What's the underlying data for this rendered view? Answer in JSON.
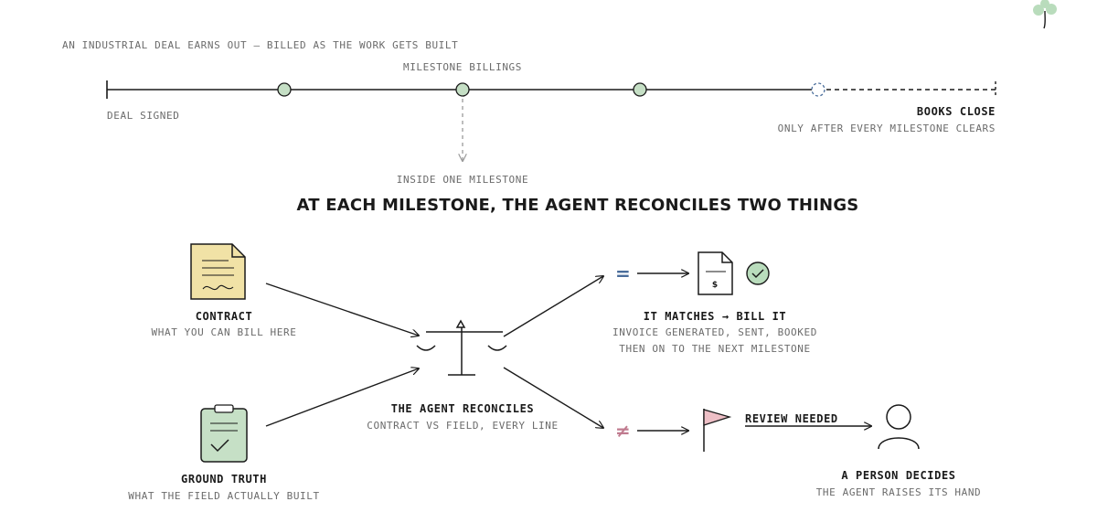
{
  "title": "AN INDUSTRIAL DEAL EARNS OUT — BILLED AS THE WORK GETS BUILT",
  "timeline": {
    "milestone_label": "MILESTONE BILLINGS",
    "start_label": "DEAL SIGNED",
    "end_label": "BOOKS CLOSE",
    "end_caption": "ONLY AFTER EVERY MILESTONE CLEARS"
  },
  "zoom": {
    "label": "INSIDE ONE MILESTONE",
    "headline": "AT EACH MILESTONE, THE AGENT RECONCILES TWO THINGS"
  },
  "inputs": {
    "contract": {
      "label": "CONTRACT",
      "caption": "WHAT YOU CAN BILL HERE"
    },
    "ground_truth": {
      "label": "GROUND TRUTH",
      "caption": "WHAT THE FIELD ACTUALLY BUILT"
    }
  },
  "agent": {
    "label": "THE AGENT RECONCILES",
    "caption": "CONTRACT vs FIELD, EVERY LINE"
  },
  "match": {
    "symbol": "=",
    "label": "IT MATCHES → BILL IT",
    "caption_line1": "INVOICE GENERATED, SENT, BOOKED",
    "caption_line2": "THEN ON TO THE NEXT MILESTONE",
    "invoice_mark": "$"
  },
  "mismatch": {
    "symbol": "≠",
    "review_label": "REVIEW NEEDED",
    "person_label": "A PERSON DECIDES",
    "person_caption": "THE AGENT RAISES ITS HAND"
  },
  "colors": {
    "ink": "#1a1a1a",
    "muted": "#6b6b6b",
    "milestone_fill": "#c5dfc5",
    "contract_fill": "#f1e2a6",
    "clipboard_fill": "#c6e0c6",
    "check_fill": "#b9dcbc",
    "flag_fill": "#eebfc6",
    "equals_color": "#4a6d9b",
    "notequal_color": "#c07b8f",
    "pending_color": "#4a6d9b",
    "logo_color": "#b9dcbc"
  }
}
